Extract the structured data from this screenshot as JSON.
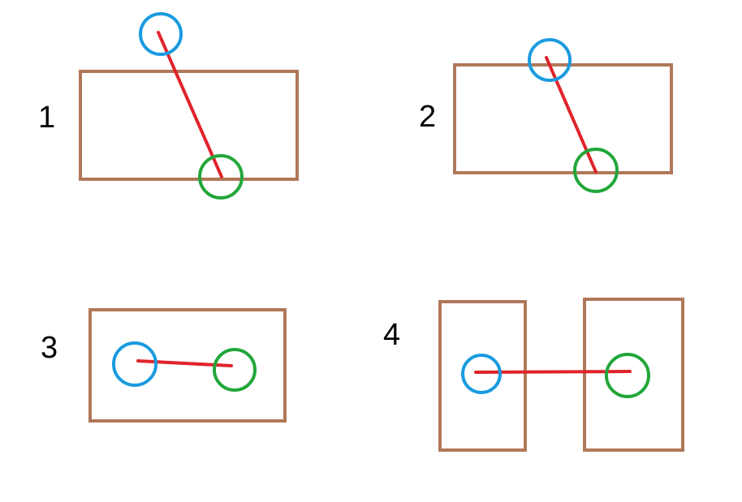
{
  "colors": {
    "box": "#b0785a",
    "start_circle": "#1a9be0",
    "end_circle": "#22a63a",
    "connector": "#e0232a",
    "label": "#000000"
  },
  "panels": [
    {
      "label": "1",
      "rect_count": 1
    },
    {
      "label": "2",
      "rect_count": 1
    },
    {
      "label": "3",
      "rect_count": 1
    },
    {
      "label": "4",
      "rect_count": 2
    }
  ]
}
